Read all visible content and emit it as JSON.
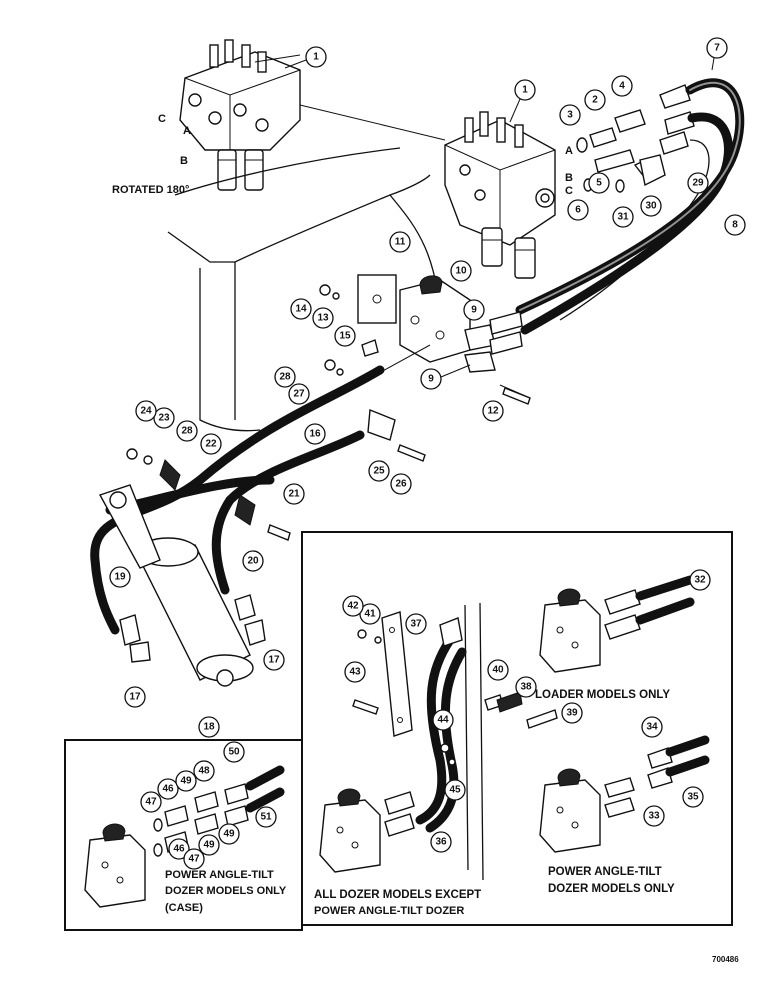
{
  "labels": {
    "rotated": "ROTATED 180°",
    "port_c_left": "C",
    "port_a_left": "A",
    "port_b_left": "B",
    "port_a_right": "A",
    "port_b_right": "B",
    "port_c_right": "C",
    "loader_only": "LOADER MODELS ONLY",
    "pat_right_1": "POWER ANGLE-TILT",
    "pat_right_2": "DOZER MODELS ONLY",
    "all_dozer_1": "ALL DOZER MODELS EXCEPT",
    "all_dozer_2": "POWER ANGLE-TILT DOZER",
    "pat_left_1": "POWER ANGLE-TILT",
    "pat_left_2": "DOZER MODELS ONLY",
    "pat_left_3": "(CASE)",
    "figure_code": "700486"
  },
  "callouts": [
    "1",
    "1",
    "2",
    "3",
    "4",
    "5",
    "6",
    "7",
    "8",
    "9",
    "9",
    "10",
    "11",
    "12",
    "13",
    "14",
    "15",
    "16",
    "17",
    "17",
    "18",
    "19",
    "20",
    "21",
    "22",
    "23",
    "24",
    "25",
    "26",
    "27",
    "28",
    "28",
    "29",
    "30",
    "31",
    "32",
    "33",
    "34",
    "35",
    "36",
    "37",
    "38",
    "39",
    "40",
    "41",
    "42",
    "43",
    "44",
    "45",
    "46",
    "46",
    "47",
    "47",
    "48",
    "49",
    "49",
    "49",
    "50",
    "51"
  ]
}
